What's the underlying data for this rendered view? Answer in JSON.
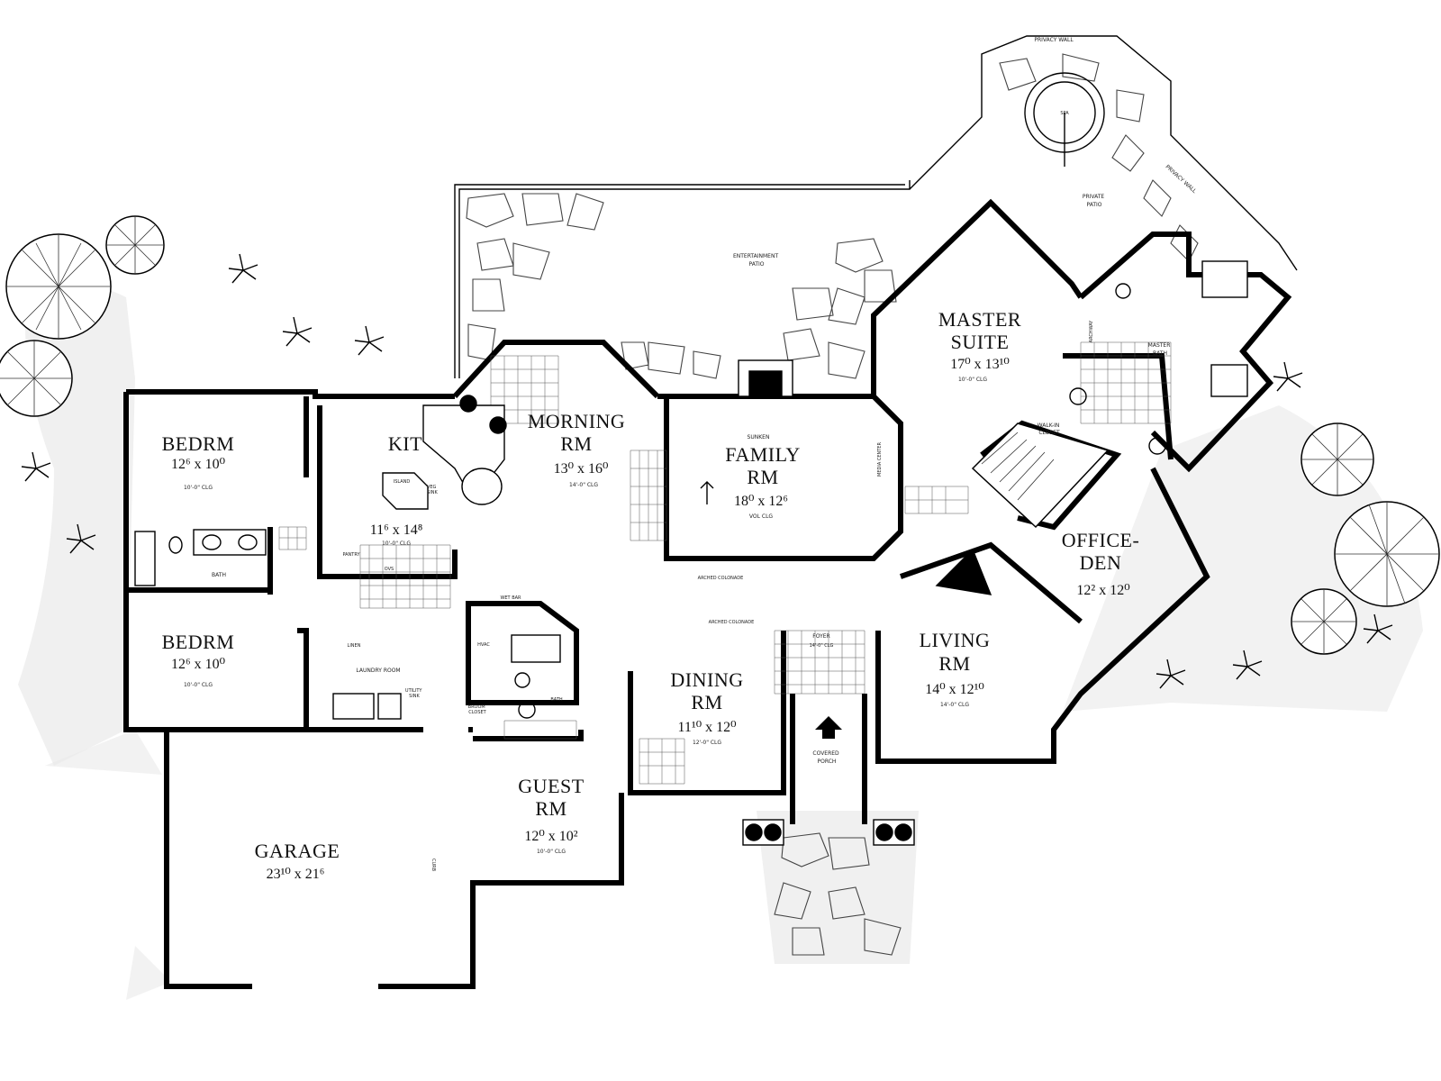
{
  "rooms": {
    "entertainment_patio": "ENTERTAINMENT\nPATIO",
    "privacy_wall_top": "PRIVACY WALL",
    "privacy_wall_side": "PRIVACY WALL",
    "spa": "SPA",
    "private_patio": "PRIVATE\nPATIO",
    "master_suite": {
      "name1": "MASTER",
      "name2": "SUITE",
      "dim": "17⁰ x 13¹⁰",
      "clg": "10'-0\" CLG"
    },
    "master_bath": "MASTER\nBATH",
    "hall_closet_label": "WALK-IN\nCLOSET",
    "archway": "ARCHWAY",
    "bedrm1": {
      "name": "BEDRM",
      "dim": "12⁶ x 10⁰",
      "clg": "10'-0\" CLG"
    },
    "kit": {
      "name": "KIT",
      "dim": "11⁶ x 14⁸",
      "clg": "10'-0\" CLG"
    },
    "island": "ISLAND",
    "veg_sink": "VEG\nSINK",
    "pantry": "PANTRY",
    "ovs": "OVS",
    "morning_rm": {
      "name1": "MORNING",
      "name2": "RM",
      "dim": "13⁰ x 16⁰",
      "clg": "14'-0\" CLG"
    },
    "family_rm": {
      "sunken": "SUNKEN",
      "name1": "FAMILY",
      "name2": "RM",
      "dim": "18⁰ x 12⁶",
      "clg": "VOL CLG"
    },
    "media_center": "MEDIA CENTER",
    "bath": "BATH",
    "bedrm2": {
      "name": "BEDRM",
      "dim": "12⁶ x 10⁰",
      "clg": "10'-0\" CLG"
    },
    "linen": "LINEN",
    "laundry": "LAUNDRY ROOM",
    "utility_sink": "UTILITY\nSINK",
    "wet_bar": "WET BAR",
    "hvac": "HVAC",
    "broom_closet": "BROOM\nCLOSET",
    "bath2": "BATH",
    "arched_colonade_1": "ARCHED COLONADE",
    "arched_colonade_2": "ARCHED COLONADE",
    "foyer": {
      "name": "FOYER",
      "clg": "14'-0\" CLG"
    },
    "dining_rm": {
      "name1": "DINING",
      "name2": "RM",
      "dim": "11¹⁰ x 12⁰",
      "clg": "12'-0\" CLG"
    },
    "living_rm": {
      "name1": "LIVING",
      "name2": "RM",
      "dim": "14⁰ x 12¹⁰",
      "clg": "14'-0\" CLG"
    },
    "office_den": {
      "name1": "OFFICE-",
      "name2": "DEN",
      "dim": "12² x 12⁰"
    },
    "guest_rm": {
      "name1": "GUEST",
      "name2": "RM",
      "dim": "12⁰ x 10²",
      "clg": "10'-0\" CLG"
    },
    "covered_porch": "COVERED\nPORCH",
    "garage": {
      "name": "GARAGE",
      "dim": "23¹⁰ x 21⁶"
    },
    "curb": "CURB"
  }
}
